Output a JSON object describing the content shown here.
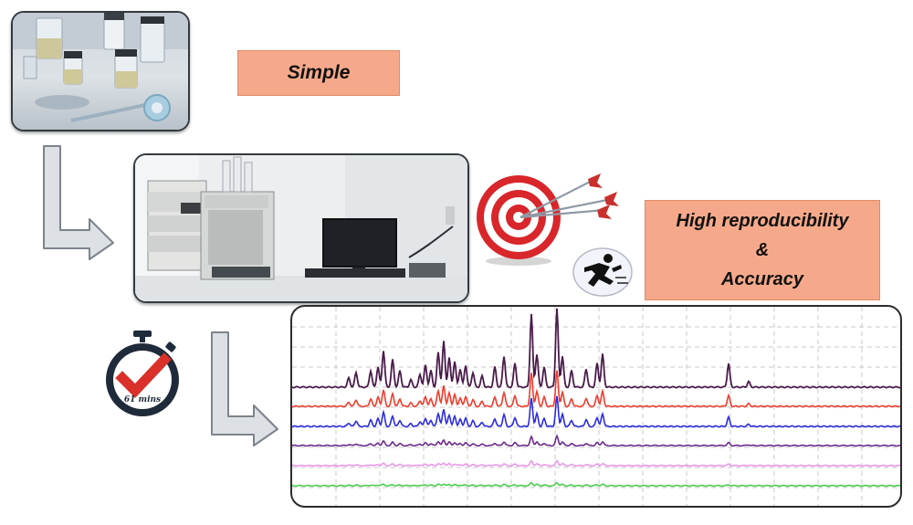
{
  "labels": {
    "simple": "Simple",
    "high_reproducibility_line1": "High reproducibility",
    "high_reproducibility_line2": "&",
    "high_reproducibility_line3": "Accuracy"
  },
  "timer": {
    "text": "61 mins"
  },
  "colors": {
    "label_fill": "#f6a98a",
    "arrow_fill": "#d9dce0",
    "trace_colors": [
      "#4a1a4a",
      "#ee3b2b",
      "#2a2ae0",
      "#6a2a8a",
      "#e898e8",
      "#4ccc4c"
    ]
  },
  "icons": [
    "sample-vials-photo",
    "hplc-instrument-photo",
    "target-icon",
    "running-man-icon",
    "stopwatch-icon"
  ]
}
